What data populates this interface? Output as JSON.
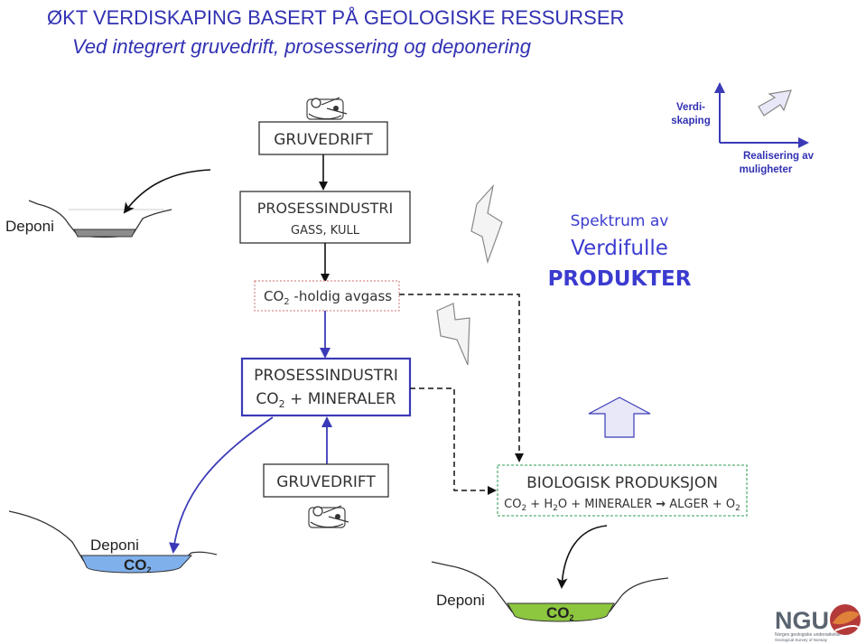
{
  "title": "ØKT VERDISKAPING BASERT PÅ GEOLOGISKE RESSURSER",
  "subtitle": "Ved integrert gruvedrift, prosessering og deponering",
  "gruvedrift_top": "GRUVEDRIFT",
  "prosessindustri_1": {
    "line1": "PROSESSINDUSTRI",
    "line2": "GASS, KULL"
  },
  "co2_gas": {
    "co": "CO",
    "sub": "2",
    "rest": " -holdig avgass"
  },
  "prosessindustri_2": {
    "line1": "PROSESSINDUSTRI",
    "co": "CO",
    "sub": "2",
    "rest": " + MINERALER"
  },
  "gruvedrift_bottom": "GRUVEDRIFT",
  "bio": {
    "title": "BIOLOGISK PRODUKSJON",
    "eq": {
      "p1": "CO",
      "s1": "2",
      "p2": " + H",
      "s2": "2",
      "p3": "O + MINERALER ",
      "arrow": "→",
      "p4": " ALGER + O",
      "s3": "2"
    }
  },
  "deponi_left_top": "Deponi",
  "deponi_left_bottom": {
    "label": "Deponi",
    "co": "CO",
    "sub": "2"
  },
  "deponi_bottom_center": {
    "label": "Deponi",
    "co": "CO",
    "sub": "2"
  },
  "produkter": {
    "line1": "Spektrum av",
    "line2": "Verdifulle",
    "line3": "PRODUKTER"
  },
  "value_axis": {
    "y_label_1": "Verdi-",
    "y_label_2": "skaping",
    "x_label_1": "Realisering av",
    "x_label_2": "muligheter"
  },
  "logo": {
    "text": "NGU",
    "sub1": "Norges geologiske undersøkelse",
    "sub2": "Geological Survey of Norway"
  },
  "icons": [
    "miner-icon",
    "ngu-logo-icon"
  ],
  "colors": {
    "title": "#3131b3",
    "blue_line": "#3a3ab8",
    "deponi_gray": "#8c8c8c",
    "deponi_blue": "#7fb0ec",
    "deponi_green": "#8dc63f",
    "bio_border": "#58b075",
    "co2_border": "#d98a8a"
  }
}
